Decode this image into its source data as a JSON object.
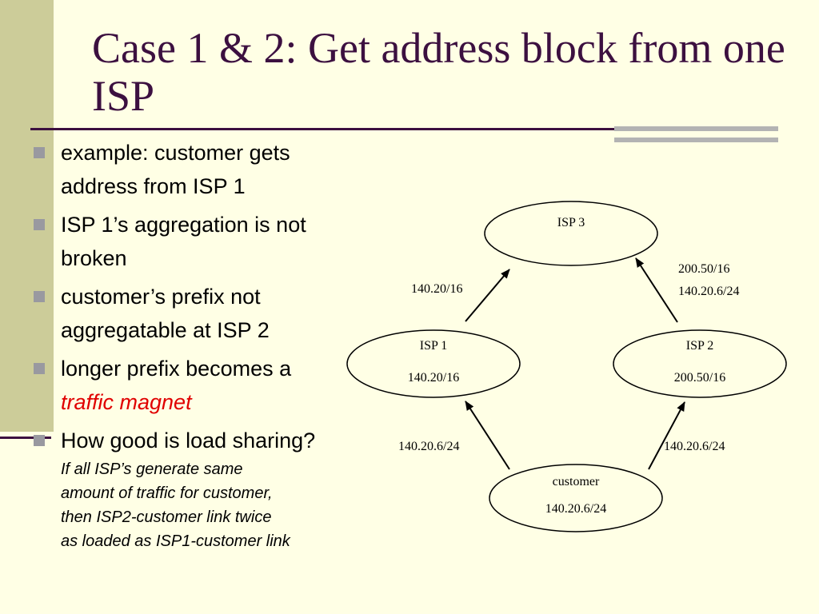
{
  "title": "Case 1 & 2: Get address block from one ISP",
  "bullets": [
    {
      "text": "example: customer gets address from ISP 1"
    },
    {
      "text": "ISP 1’s aggregation is not broken"
    },
    {
      "text": "customer’s prefix not aggregatable at ISP 2"
    },
    {
      "text": "longer prefix becomes a",
      "highlight": "traffic magnet"
    },
    {
      "text": "How good is load sharing?",
      "note": "If all ISP’s generate same\namount of traffic for customer,\nthen ISP2-customer link twice\nas loaded as ISP1-customer link"
    }
  ],
  "diagram": {
    "isp3": {
      "name": "ISP 3"
    },
    "isp1": {
      "name": "ISP 1",
      "prefix": "140.20/16"
    },
    "isp2": {
      "name": "ISP 2",
      "prefix": "200.50/16"
    },
    "customer": {
      "name": "customer",
      "prefix": "140.20.6/24"
    },
    "links": {
      "isp1_to_isp3": "140.20/16",
      "isp2_to_isp3_line1": "200.50/16",
      "isp2_to_isp3_line2": "140.20.6/24",
      "customer_to_isp1": "140.20.6/24",
      "customer_to_isp2": "140.20.6/24"
    }
  },
  "colors": {
    "background": "#FFFFE5",
    "left_band": "#CCCC99",
    "title": "#3C1040",
    "bullet_marker": "#9999A0",
    "highlight": "#E00000"
  }
}
